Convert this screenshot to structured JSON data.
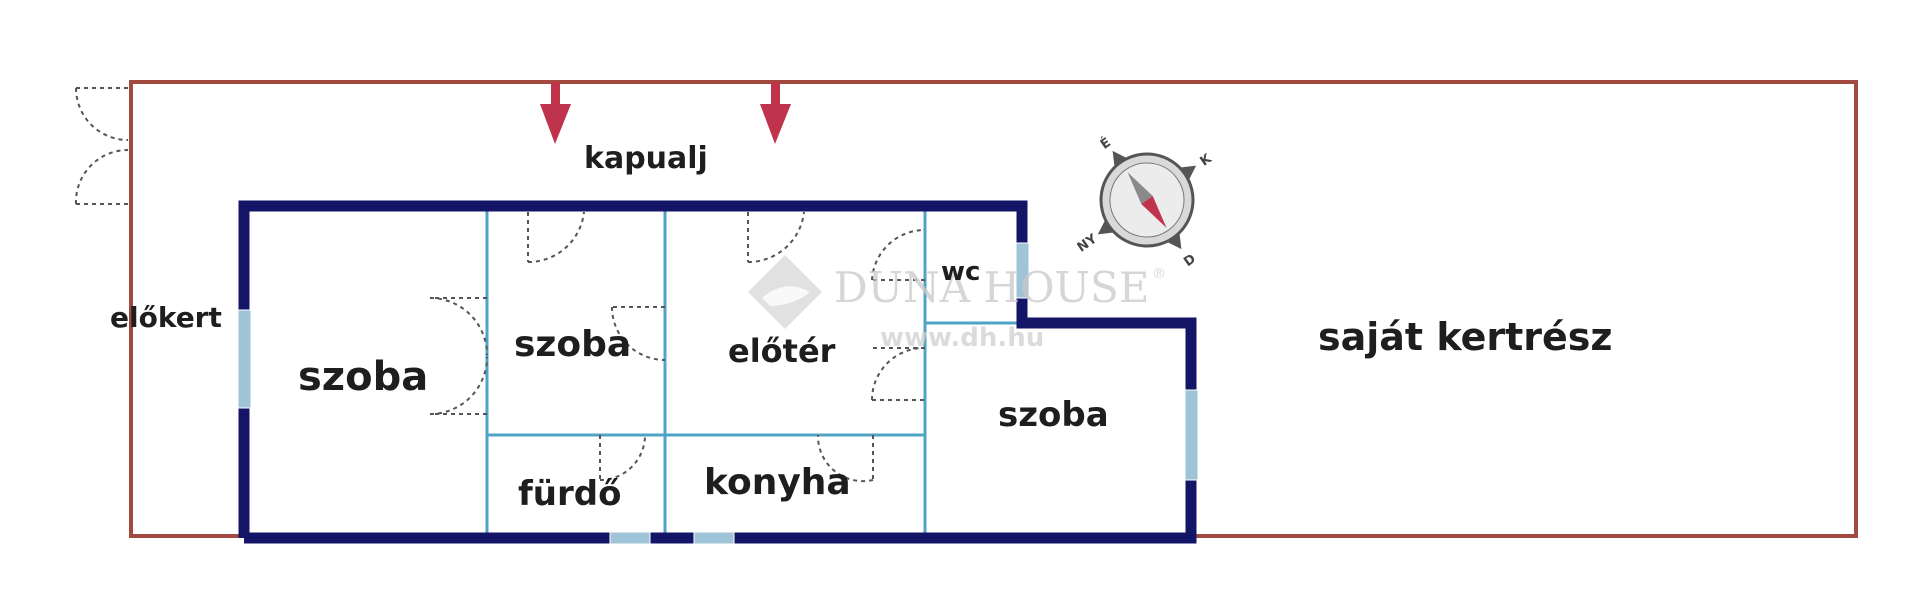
{
  "labels": {
    "kapualj": "kapualj",
    "elokert": "előkert",
    "szoba_left": "szoba",
    "szoba_mid": "szoba",
    "eloter": "előtér",
    "wc": "wc",
    "szoba_right": "szoba",
    "furdo": "fürdő",
    "konyha": "konyha",
    "sajat_kertresz": "saját kertrész"
  },
  "compass": {
    "letters": [
      "É",
      "K",
      "D",
      "NY"
    ]
  },
  "watermark": {
    "brand": "DUNA HOUSE",
    "registered": "®",
    "url": "www.dh.hu"
  },
  "colors": {
    "wall": "#141566",
    "lot_line": "#a34a40",
    "interior_wall": "#4fa3c5",
    "window": "#9fc4d8",
    "arrow": "#c0334d",
    "door": "#555555"
  }
}
